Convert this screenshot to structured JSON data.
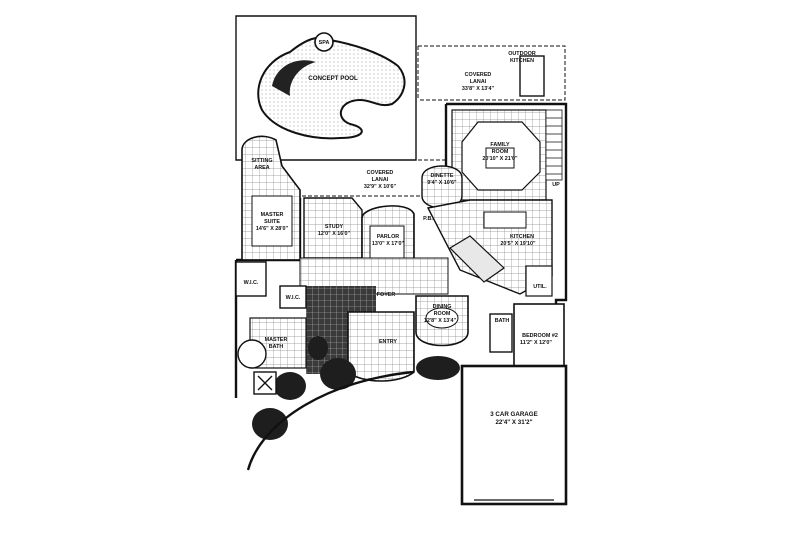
{
  "colors": {
    "ink": "#111111",
    "paper": "#ffffff",
    "tile": "#9a9a9a",
    "dark": "#2a2a2a"
  },
  "rooms": {
    "spa": "SPA",
    "pool": "CONCEPT POOL",
    "outdoor_kitchen_1": "OUTDOOR",
    "outdoor_kitchen_2": "KITCHEN",
    "lanai_top_1": "COVERED",
    "lanai_top_2": "LANAI",
    "lanai_top_dim": "33'8\" X 13'4\"",
    "sitting_1": "SITTING",
    "sitting_2": "AREA",
    "lanai_mid_1": "COVERED",
    "lanai_mid_2": "LANAI",
    "lanai_mid_dim": "32'9\" X 10'6\"",
    "family_1": "FAMILY",
    "family_2": "ROOM",
    "family_dim": "20'10\" X 21'0\"",
    "dinette": "DINETTE",
    "dinette_dim": "9'4\" X 10'6\"",
    "up": "UP",
    "master_suite_1": "MASTER",
    "master_suite_2": "SUITE",
    "master_suite_dim": "14'6\" X 28'0\"",
    "study": "STUDY",
    "study_dim": "12'0\" X 16'0\"",
    "parlor": "PARLOR",
    "parlor_dim": "13'0\" X 17'0\"",
    "pb": "P.B.",
    "kitchen": "KITCHEN",
    "kitchen_dim": "20'5\" X 19'10\"",
    "wic": "W.I.C.",
    "wic2": "W.I.C.",
    "foyer": "FOYER",
    "dining_1": "DINING",
    "dining_2": "ROOM",
    "dining_dim": "12'8\" X 13'4\"",
    "util": "UTIL.",
    "bath": "BATH",
    "bedroom2": "BEDROOM #2",
    "bedroom2_dim": "11'2\" X 12'0\"",
    "master_bath_1": "MASTER",
    "master_bath_2": "BATH",
    "entry": "ENTRY",
    "garage": "3 CAR GARAGE",
    "garage_dim": "22'4\" X 31'2\""
  }
}
